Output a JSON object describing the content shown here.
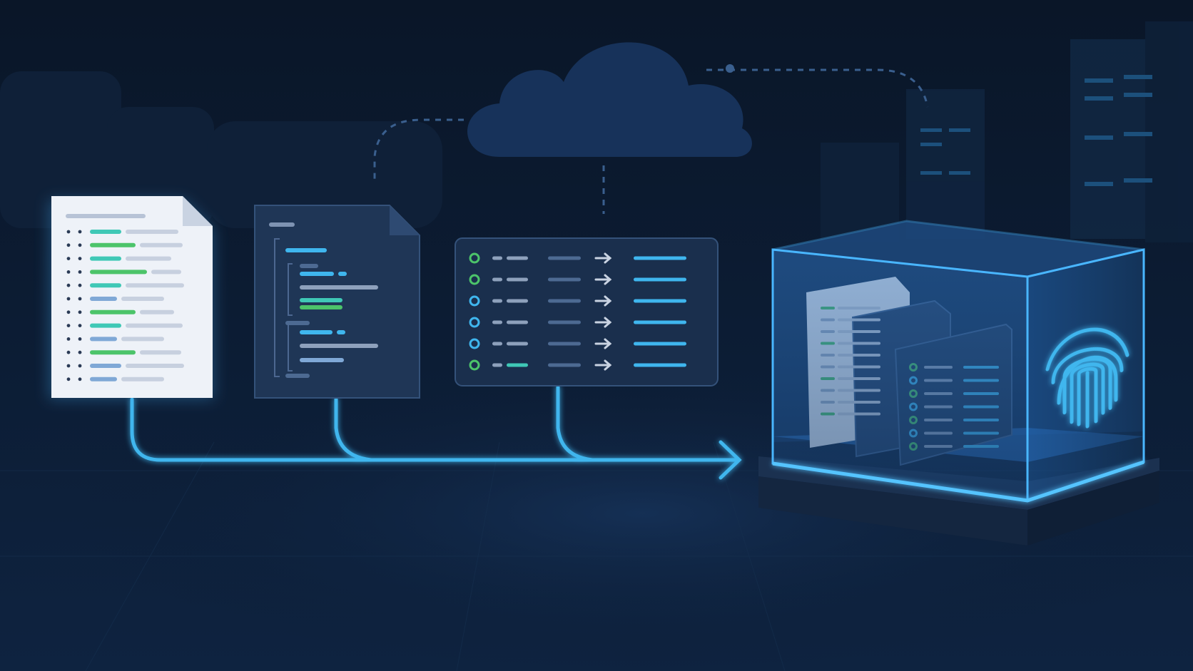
{
  "colors": {
    "background_top": "#0a1628",
    "background_bottom": "#0e2340",
    "skyline": "#0f2038",
    "cloud": "#17325a",
    "accent_blue": "#3fb6ee",
    "accent_green": "#4cc46a",
    "accent_teal": "#3fc8b6",
    "doc_light": "#eef2f8",
    "doc_dark": "#1f3656",
    "panel_dark": "#1a2f4d",
    "vault_glass": "#1b4d86",
    "vault_edge": "#49b6ff"
  },
  "icons": {
    "source_document": "document-icon",
    "structured_document": "code-document-icon",
    "mapping_table": "mapping-table-icon",
    "cloud": "cloud-icon",
    "servers": "server-rack-icon",
    "vault": "secure-vault-icon",
    "fingerprint": "fingerprint-icon",
    "flow_arrow": "arrow-right-icon"
  },
  "diagram": {
    "flow": [
      "source_document",
      "structured_document",
      "mapping_table",
      "vault"
    ],
    "mapping_rows": [
      {
        "status": "green"
      },
      {
        "status": "green"
      },
      {
        "status": "blue"
      },
      {
        "status": "blue"
      },
      {
        "status": "blue"
      },
      {
        "status": "green"
      }
    ]
  }
}
